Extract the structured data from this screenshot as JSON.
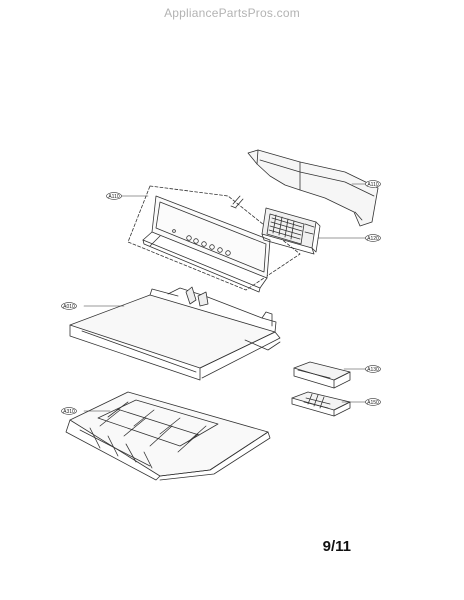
{
  "watermark": "AppliancePartsPros.com",
  "page_number": "9/11",
  "callouts": {
    "a110_upper": "A110",
    "a110_control": "A110",
    "a120": "A120",
    "a010": "A010",
    "a130": "A130",
    "a150": "A150",
    "a310": "A310"
  }
}
